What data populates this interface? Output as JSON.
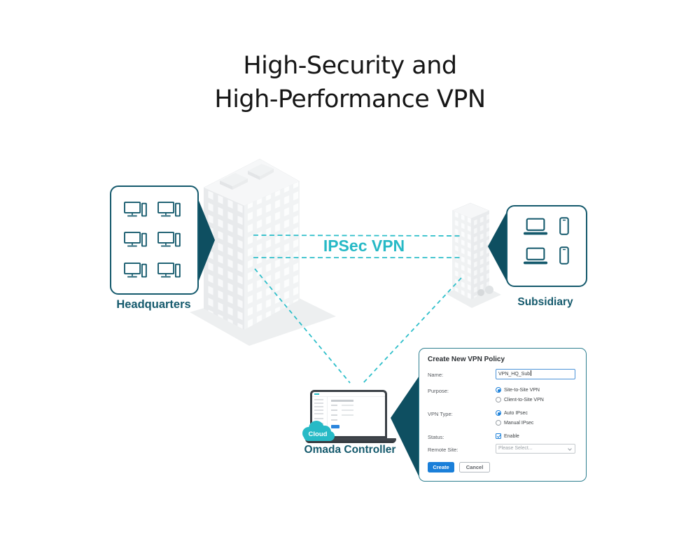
{
  "page_title": {
    "line1": "High-Security and",
    "line2": "High-Performance VPN"
  },
  "diagram": {
    "headquarters": {
      "label": "Headquarters"
    },
    "subsidiary": {
      "label": "Subsidiary"
    },
    "vpn_link_label": "IPSec VPN",
    "controller": {
      "cloud_badge": "Cloud",
      "label": "Omada Controller"
    }
  },
  "vpn_dialog": {
    "title": "Create New VPN Policy",
    "name": {
      "label": "Name:",
      "value": "VPN_HQ_Sub"
    },
    "purpose": {
      "label": "Purpose:",
      "options": [
        "Site-to-Site VPN",
        "Client-to-Site VPN"
      ],
      "selected": "Site-to-Site VPN"
    },
    "vpn_type": {
      "label": "VPN Type:",
      "options": [
        "Auto IPsec",
        "Manual IPsec"
      ],
      "selected": "Auto IPsec"
    },
    "status": {
      "label": "Status:",
      "option": "Enable",
      "checked": true
    },
    "remote_site": {
      "label": "Remote Site:",
      "placeholder": "Please Select..."
    },
    "buttons": {
      "create": "Create",
      "cancel": "Cancel"
    }
  },
  "colors": {
    "dark_teal": "#0e4f61",
    "cyan": "#2fbfca",
    "dialog_blue": "#1a7fd9"
  }
}
